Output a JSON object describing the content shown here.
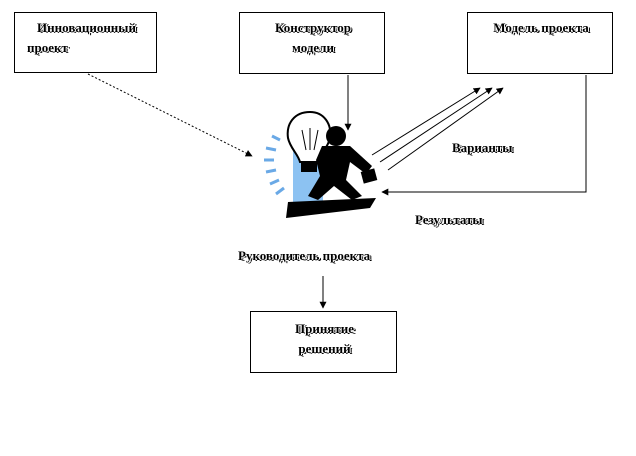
{
  "boxes": {
    "innovation_project": [
      "Инновационный",
      "проект"
    ],
    "model_designer": [
      "Конструктор",
      "модели"
    ],
    "project_model": "Модель проекта",
    "decision_making": [
      "Принятие",
      "решений"
    ]
  },
  "labels": {
    "variants": "Варианты",
    "results": "Результаты",
    "project_manager": "Руководитель проекта"
  }
}
